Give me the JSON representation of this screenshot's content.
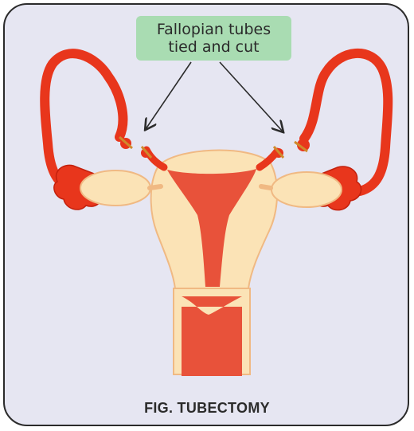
{
  "callout": {
    "line1": "Fallopian tubes",
    "line2": "tied and cut"
  },
  "caption": "FIG. TUBECTOMY",
  "colors": {
    "background": "#e6e6f2",
    "tube": "#e8361c",
    "tube_dark": "#c3200c",
    "uterus_tissue": "#fbe3b6",
    "uterus_cavity": "#e8523a",
    "callout_fill": "#a9dcb2",
    "border": "#2b2b2b"
  }
}
